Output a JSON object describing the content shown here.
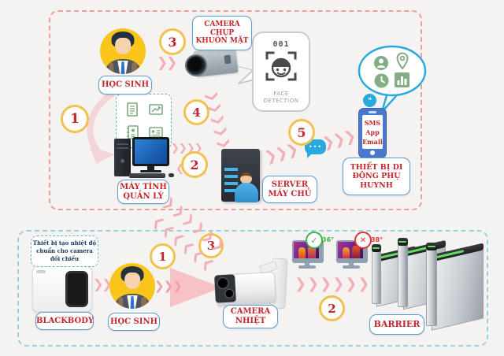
{
  "title": "School thermal screening and face detection system diagram",
  "colors": {
    "accent_red": "#c1272d",
    "label_border_blue": "#5b9bd5",
    "step_circle_gold": "#f1c24f",
    "arrow_pink": "#f3aeb5",
    "top_section_border": "#e7a29b",
    "bottom_section_border": "#97d2e3",
    "icon_green": "#85ad85",
    "bubble_blue": "#2aa8e0",
    "temp_ok_green": "#3cb54a",
    "temp_alert_red": "#e23333"
  },
  "icons": {
    "chevron_2": "❯❯",
    "chevron_3": "❯❯❯",
    "chevron_4": "❯❯❯❯",
    "chevron_5": "❯❯❯❯❯",
    "chevron_6": "❯❯❯❯❯❯",
    "chevron_left_4": "❮❮❮❮",
    "chevron_left_6": "❮❮❮❮❮❮",
    "dots": "•••",
    "quote": "❝",
    "check": "✓",
    "cross": "✕",
    "face_digits": "001"
  },
  "top_section": {
    "student_label": "HỌC SINH",
    "camera_label_lines": [
      "CAMERA",
      "CHỤP",
      "KHUÔN MẶT"
    ],
    "face_detection_lines": [
      "FACE",
      "DETECTION"
    ],
    "computer_label_lines": [
      "MÁY TÍNH",
      "QUẢN LÝ"
    ],
    "server_label_lines": [
      "SERVER",
      "MÁY CHỦ"
    ],
    "phone_screen_lines": [
      "SMS",
      "App",
      "Email"
    ],
    "parent_device_lines": [
      "THIẾT BỊ DI",
      "ĐỘNG PHỤ",
      "HUYNH"
    ],
    "steps": {
      "s1": "1",
      "s2": "2",
      "s3": "3",
      "s4": "4",
      "s5": "5"
    }
  },
  "bottom_section": {
    "note_lines": [
      "Thiết bị tạo nhiệt độ",
      "chuẩn cho camera",
      "đối chiếu"
    ],
    "blackbody_label": "BLACKBODY",
    "student_label": "HỌC SINH",
    "thermal_camera_lines": [
      "CAMERA",
      "NHIỆT"
    ],
    "barrier_label": "BARRIER",
    "temp_normal": "36°",
    "temp_alert": "38°",
    "steps": {
      "s1": "1",
      "s2": "2",
      "s3": "3"
    }
  }
}
